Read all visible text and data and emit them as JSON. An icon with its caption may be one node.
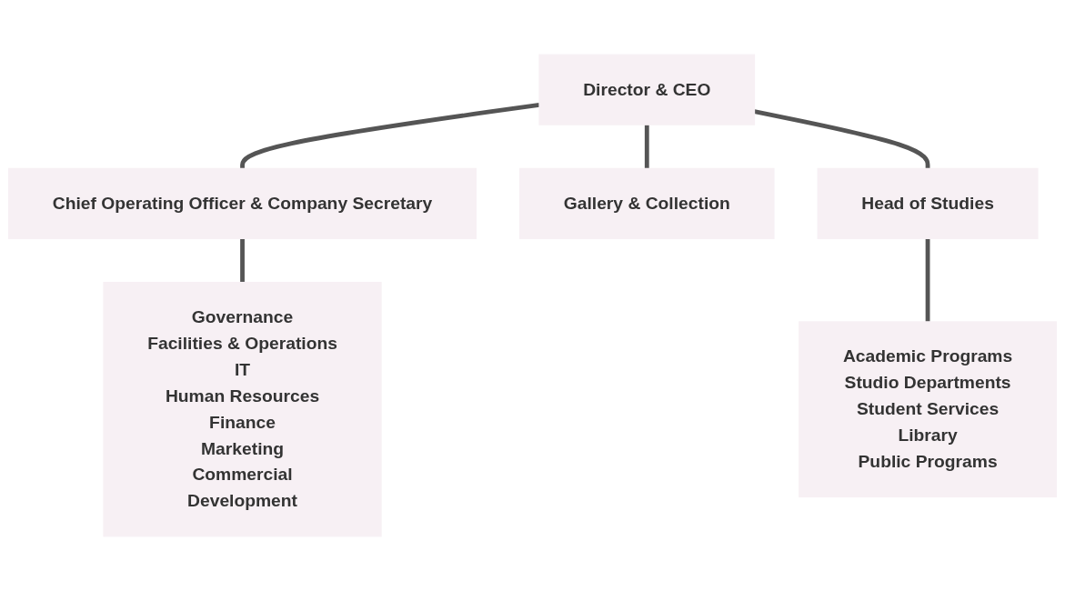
{
  "diagram": {
    "nodes": [
      {
        "text": [
          "Director & CEO"
        ]
      },
      {
        "text": [
          "Chief Operating Officer & Company Secretary"
        ]
      },
      {
        "text": [
          "Gallery & Collection"
        ]
      },
      {
        "text": [
          "Head of Studies"
        ]
      },
      {
        "text": [
          "Governance",
          "Facilities & Operations",
          "IT",
          "Human Resources",
          "Finance",
          "Marketing",
          "Commercial",
          "Development"
        ]
      },
      {
        "text": [
          "Academic Programs",
          "Studio Departments",
          "Student Services",
          "Library",
          "Public Programs"
        ]
      }
    ],
    "edges": [
      {
        "from": 0,
        "to": 1,
        "arrow": "none"
      },
      {
        "from": 0,
        "to": 2,
        "arrow": "none"
      },
      {
        "from": 0,
        "to": 3,
        "arrow": "none"
      },
      {
        "from": 1,
        "to": 4,
        "arrow": "none"
      },
      {
        "from": 3,
        "to": 5,
        "arrow": "none"
      }
    ]
  }
}
